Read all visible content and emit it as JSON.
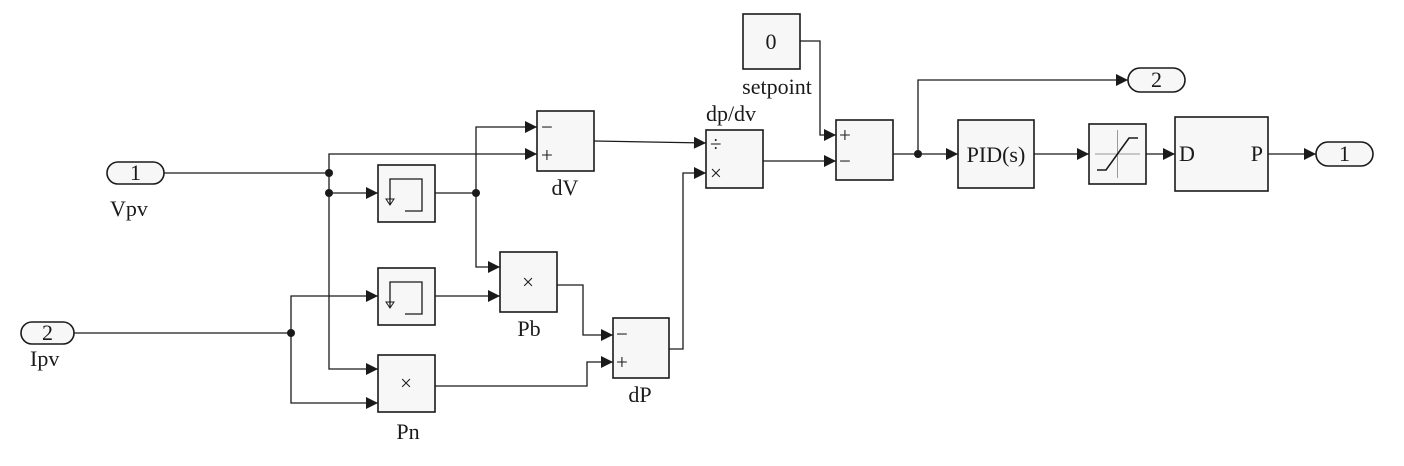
{
  "inports": [
    {
      "number": "1",
      "label": "Vpv"
    },
    {
      "number": "2",
      "label": "Ipv"
    }
  ],
  "outports": [
    {
      "number": "1"
    },
    {
      "number": "2"
    }
  ],
  "blocks": {
    "setpoint": {
      "value": "0",
      "label": "setpoint"
    },
    "delay_v": {
      "label": ""
    },
    "delay_i": {
      "label": ""
    },
    "sum_dv": {
      "label": "dV",
      "signs": [
        "−",
        "+"
      ]
    },
    "product_pb": {
      "label": "Pb",
      "symbol": "×"
    },
    "product_pn": {
      "label": "Pn",
      "symbol": "×"
    },
    "sum_dp": {
      "label": "dP",
      "signs": [
        "−",
        "+"
      ]
    },
    "divide": {
      "label": "dp/dv",
      "signs": [
        "÷",
        "×"
      ]
    },
    "sum_err": {
      "signs": [
        "+",
        "−"
      ]
    },
    "pid": {
      "text": "PID(s)"
    },
    "saturation": {
      "label": ""
    },
    "pv_model": {
      "in": "D",
      "out": "P"
    }
  }
}
